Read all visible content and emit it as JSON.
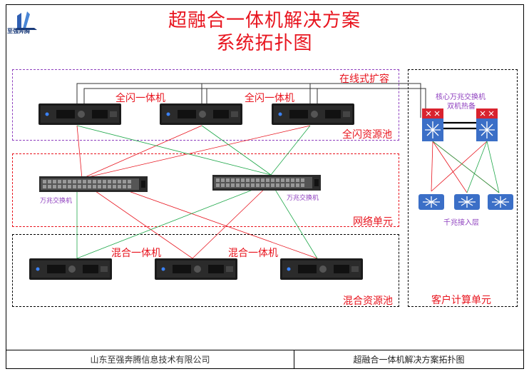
{
  "header": {
    "title_line1": "超融合一体机解决方案",
    "title_line2": "系统拓扑图"
  },
  "logo": {
    "name": "至强奔腾",
    "icon": "company-logo"
  },
  "zones": {
    "online_expand": "在线式扩容",
    "flash_pool": "全闪资源池",
    "network_unit": "网络单元",
    "hybrid_pool": "混合资源池",
    "client_unit": "客户计算单元"
  },
  "nodes": {
    "flash_server_label_1": "全闪一体机",
    "flash_server_label_2": "全闪一体机",
    "switch_label_1": "万兆交换机",
    "switch_label_2": "万兆交换机",
    "hybrid_server_label_1": "混合一体机",
    "hybrid_server_label_2": "混合一体机",
    "core_switch_label_line1": "核心万兆交换机",
    "core_switch_label_line2": "双机热备",
    "access_label": "千兆接入层"
  },
  "footer": {
    "company": "山东至强奔腾信息技术有限公司",
    "doc_title": "超融合一体机解决方案拓扑图"
  },
  "colors": {
    "title": "#e8141e",
    "purple_zone": "#8e3fbf",
    "red_link": "#e8141e",
    "green_link": "#1fa84a",
    "core_switch_red": "#d9232e",
    "access_blue": "#3b6fc7"
  }
}
